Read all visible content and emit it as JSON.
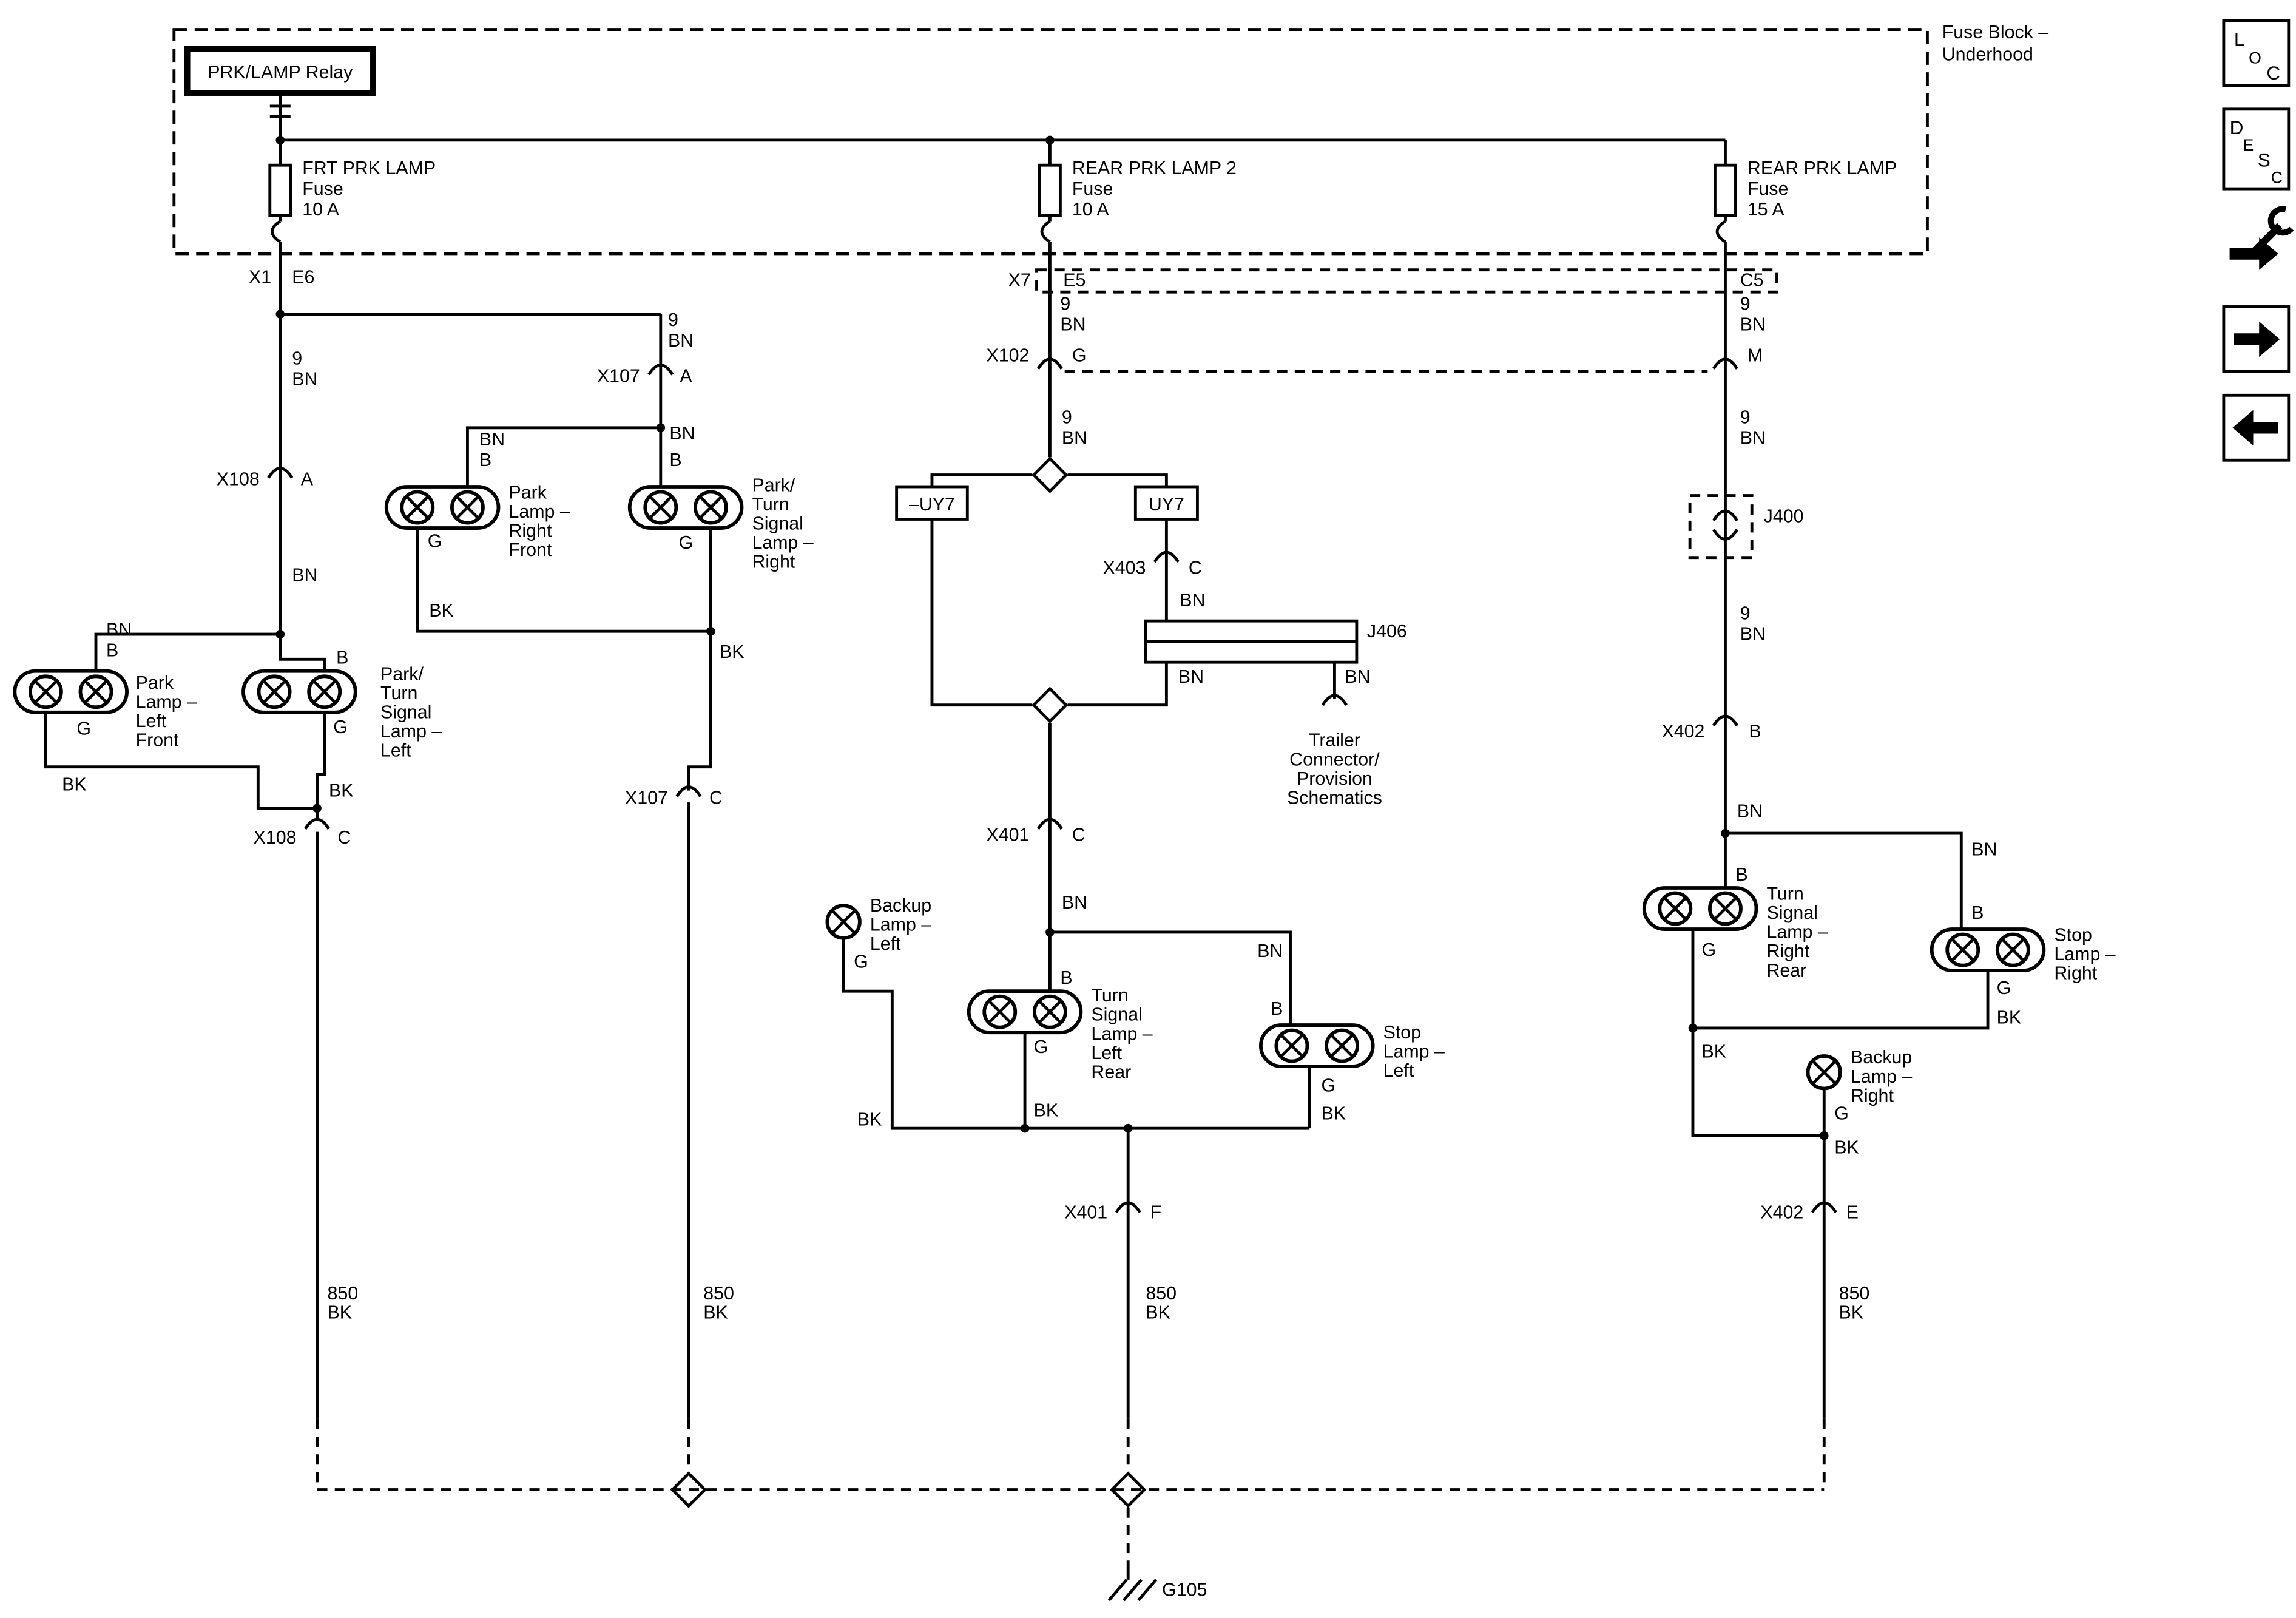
{
  "colors": {
    "line": "#000000",
    "background": "#ffffff"
  },
  "header": {
    "block_title_1": "Fuse Block –",
    "block_title_2": "Underhood",
    "relay": "PRK/LAMP Relay"
  },
  "fuses": {
    "f1": {
      "l1": "FRT PRK LAMP",
      "l2": "Fuse",
      "l3": "10 A"
    },
    "f2": {
      "l1": "REAR PRK LAMP 2",
      "l2": "Fuse",
      "l3": "10 A"
    },
    "f3": {
      "l1": "REAR PRK LAMP",
      "l2": "Fuse",
      "l3": "15 A"
    }
  },
  "connectors": {
    "x1": "X1",
    "e6": "E6",
    "x7": "X7",
    "e5": "E5",
    "c5": "C5",
    "x102": "X102",
    "x108": "X108",
    "x107": "X107",
    "x403": "X403",
    "x401": "X401",
    "x402": "X402",
    "j400": "J400",
    "j406": "J406",
    "a": "A",
    "b": "B",
    "c": "C",
    "e": "E",
    "f": "F",
    "g": "G",
    "m": "M"
  },
  "wire": {
    "n9": "9",
    "n850": "850",
    "bn": "BN",
    "b": "B",
    "g": "G",
    "bk": "BK"
  },
  "options": {
    "without_uy7": "–UY7",
    "with_uy7": "UY7"
  },
  "lamps": {
    "park_left_front": [
      "Park",
      "Lamp –",
      "Left",
      "Front"
    ],
    "park_turn_left": [
      "Park/",
      "Turn",
      "Signal",
      "Lamp –",
      "Left"
    ],
    "park_right_front": [
      "Park",
      "Lamp –",
      "Right",
      "Front"
    ],
    "park_turn_right": [
      "Park/",
      "Turn",
      "Signal",
      "Lamp –",
      "Right"
    ],
    "backup_left": [
      "Backup",
      "Lamp –",
      "Left"
    ],
    "turn_left_rear": [
      "Turn",
      "Signal",
      "Lamp –",
      "Left",
      "Rear"
    ],
    "stop_left": [
      "Stop",
      "Lamp –",
      "Left"
    ],
    "turn_right_rear": [
      "Turn",
      "Signal",
      "Lamp –",
      "Right",
      "Rear"
    ],
    "stop_right": [
      "Stop",
      "Lamp –",
      "Right"
    ],
    "backup_right": [
      "Backup",
      "Lamp –",
      "Right"
    ]
  },
  "trailer_note": [
    "Trailer",
    "Connector/",
    "Provision",
    "Schematics"
  ],
  "ground": {
    "label": "G105"
  },
  "nav": {
    "loc": [
      "L",
      "O",
      "C"
    ],
    "desc": [
      "D",
      "E",
      "S",
      "C"
    ]
  }
}
